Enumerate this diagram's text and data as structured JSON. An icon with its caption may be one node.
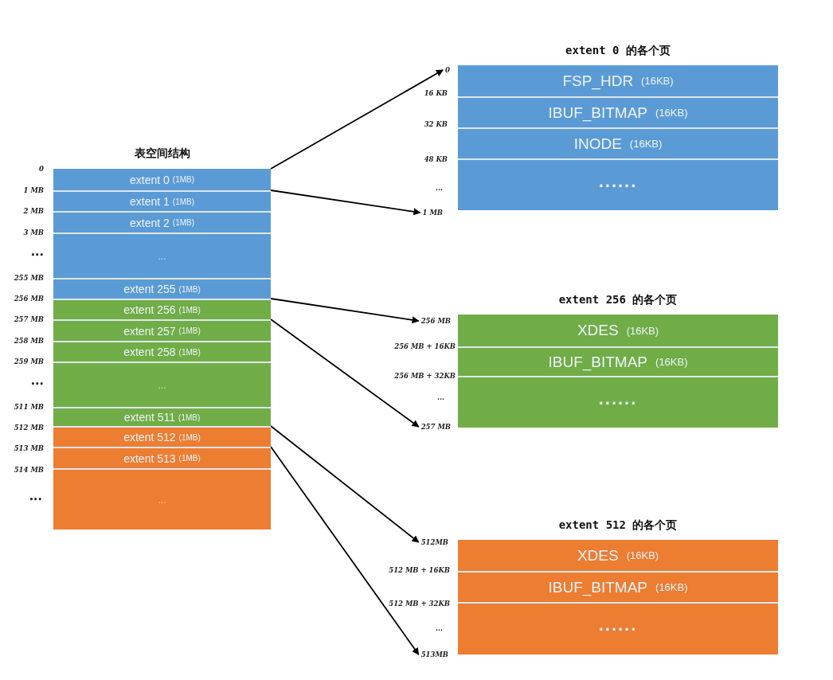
{
  "diagram": {
    "nodes": [
      {
        "text": [
          "表空间结构"
        ]
      },
      {
        "text": [
          "extent 0",
          "(1MB)"
        ],
        "in": 0
      },
      {
        "text": [
          "extent 1",
          "(1MB)"
        ],
        "in": 0
      },
      {
        "text": [
          "extent 2",
          "(1MB)"
        ],
        "in": 0
      },
      {
        "text": [
          "..."
        ],
        "in": 0
      },
      {
        "text": [
          "extent 255",
          "(1MB)"
        ],
        "in": 0
      },
      {
        "text": [
          "extent 256",
          "(1MB)"
        ],
        "in": 0
      },
      {
        "text": [
          "extent 257",
          "(1MB)"
        ],
        "in": 0
      },
      {
        "text": [
          "extent 258",
          "(1MB)"
        ],
        "in": 0
      },
      {
        "text": [
          "..."
        ],
        "in": 0
      },
      {
        "text": [
          "extent 511",
          "(1MB)"
        ],
        "in": 0
      },
      {
        "text": [
          "extent 512",
          "(1MB)"
        ],
        "in": 0
      },
      {
        "text": [
          "extent 513",
          "(1MB)"
        ],
        "in": 0
      },
      {
        "text": [
          "..."
        ],
        "in": 0
      },
      {
        "text": [
          "extent 0 的各个页"
        ]
      },
      {
        "text": [
          "FSP_HDR",
          "(16KB)"
        ],
        "in": 14
      },
      {
        "text": [
          "IBUF_BITMAP",
          "(16KB)"
        ],
        "in": 14
      },
      {
        "text": [
          "INODE",
          "(16KB)"
        ],
        "in": 14
      },
      {
        "text": [
          "......"
        ],
        "in": 14
      },
      {
        "text": [
          "extent 256 的各个页"
        ]
      },
      {
        "text": [
          "XDES",
          "(16KB)"
        ],
        "in": 19
      },
      {
        "text": [
          "IBUF_BITMAP",
          "(16KB)"
        ],
        "in": 19
      },
      {
        "text": [
          "......"
        ],
        "in": 19
      },
      {
        "text": [
          "extent 512 的各个页"
        ]
      },
      {
        "text": [
          "XDES",
          "(16KB)"
        ],
        "in": 23
      },
      {
        "text": [
          "IBUF_BITMAP",
          "(16KB)"
        ],
        "in": 23
      },
      {
        "text": [
          "......"
        ],
        "in": 23
      },
      {
        "text": [
          "0"
        ]
      },
      {
        "text": [
          "1 MB"
        ]
      },
      {
        "text": [
          "256 MB"
        ]
      },
      {
        "text": [
          "257 MB"
        ]
      },
      {
        "text": [
          "512MB"
        ]
      },
      {
        "text": [
          "513MB"
        ]
      }
    ],
    "edges": [
      {
        "from": 1,
        "to": 27,
        "arrow": "to"
      },
      {
        "from": 1,
        "to": 28,
        "arrow": "to"
      },
      {
        "from": 6,
        "to": 29,
        "arrow": "to"
      },
      {
        "from": 6,
        "to": 30,
        "arrow": "to"
      },
      {
        "from": 11,
        "to": 31,
        "arrow": "to"
      },
      {
        "from": 11,
        "to": 32,
        "arrow": "to"
      }
    ],
    "labels": [
      "0",
      "1 MB",
      "2 MB",
      "3 MB",
      "•••",
      "255 MB",
      "256 MB",
      "257 MB",
      "258 MB",
      "259 MB",
      "•••",
      "511 MB",
      "512 MB",
      "513 MB",
      "514 MB",
      "•••",
      "16 KB",
      "32 KB",
      "48 KB",
      "...",
      "256 MB + 16KB",
      "256 MB + 32KB",
      "...",
      "512 MB + 16KB",
      "512 MB + 32KB",
      "..."
    ]
  }
}
